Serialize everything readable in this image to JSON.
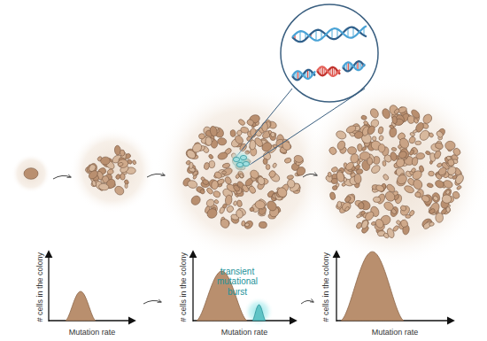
{
  "diagram": {
    "labels": [
      "# cells in the colony",
      "Mutation rate",
      "# cells in the colony",
      "transient mutational burst",
      "Mutation rate",
      "# cells in the colony",
      "Mutation rate"
    ]
  }
}
